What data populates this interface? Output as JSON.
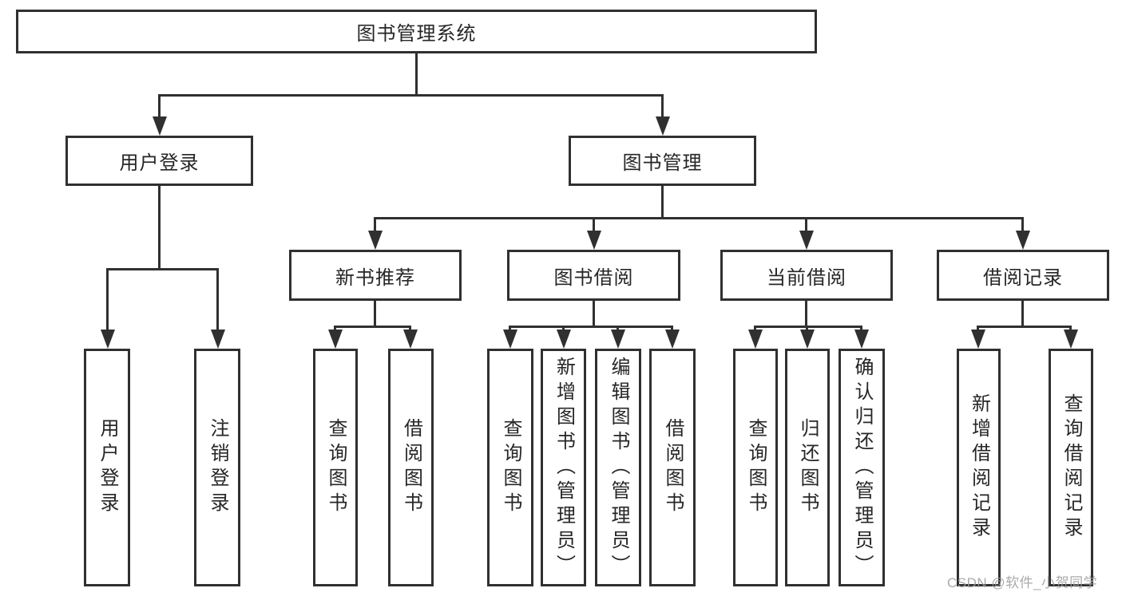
{
  "diagram": {
    "title": "图书管理系统",
    "level2": {
      "user_login": "用户登录",
      "book_mgmt": "图书管理"
    },
    "level3": {
      "new_books": "新书推荐",
      "book_borrow": "图书借阅",
      "current_borrow": "当前借阅",
      "borrow_records": "借阅记录"
    },
    "leaves": {
      "user_login": [
        "用户登录",
        "注销登录"
      ],
      "new_books": [
        "查询图书",
        "借阅图书"
      ],
      "book_borrow": [
        "查询图书",
        "新增图书（管理员）",
        "编辑图书（管理员）",
        "借阅图书"
      ],
      "current_borrow": [
        "查询图书",
        "归还图书",
        "确认归还（管理员）"
      ],
      "borrow_records": [
        "新增借阅记录",
        "查询借阅记录"
      ]
    }
  },
  "watermark": {
    "text": "CSDN @软件_小贺同学"
  },
  "colors": {
    "line": "#303030",
    "text": "#262626",
    "background": "#ffffff",
    "watermark": "#9e9e9e"
  }
}
